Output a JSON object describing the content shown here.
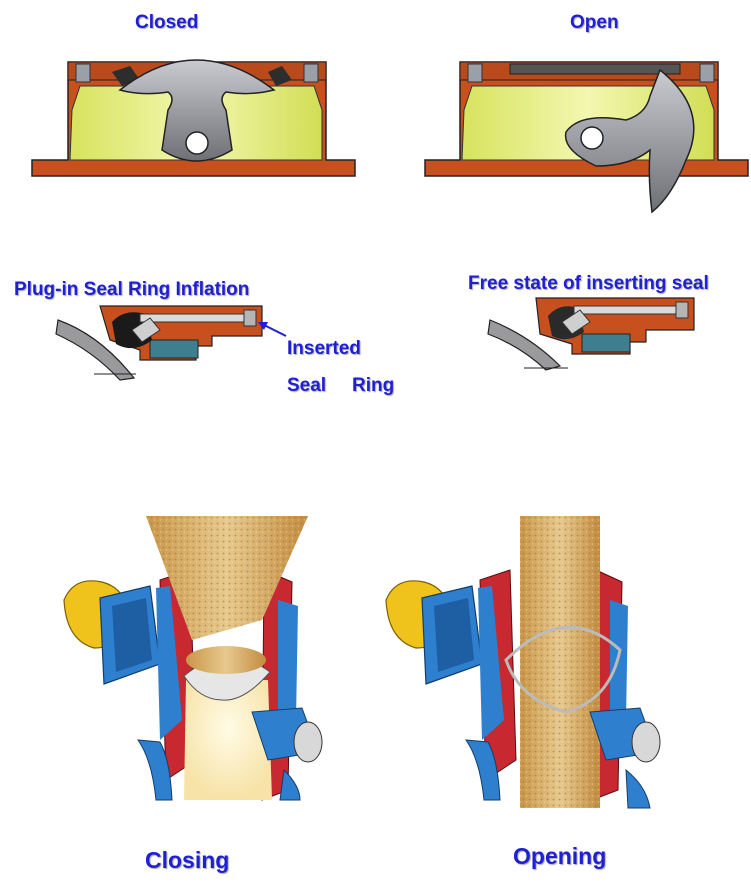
{
  "labels": {
    "closed": "Closed",
    "open": "Open",
    "plug_in_inflation": "Plug-in Seal Ring Inflation",
    "free_state": "Free state of inserting seal",
    "inserted": "Inserted",
    "seal": "Seal",
    "ring": "Ring",
    "closing": "Closing",
    "opening": "Opening"
  },
  "colors": {
    "label_blue": "#1f1fd6",
    "housing_orange": "#c8501e",
    "interior_yellow": "#dfe87a",
    "plate_gray": "#8f9196",
    "seal_teal": "#3f7e8e",
    "valve_blue": "#2f7fcf",
    "valve_red": "#c8282f",
    "grain": "#d6a760",
    "actuator_yellow": "#f0c21c"
  }
}
